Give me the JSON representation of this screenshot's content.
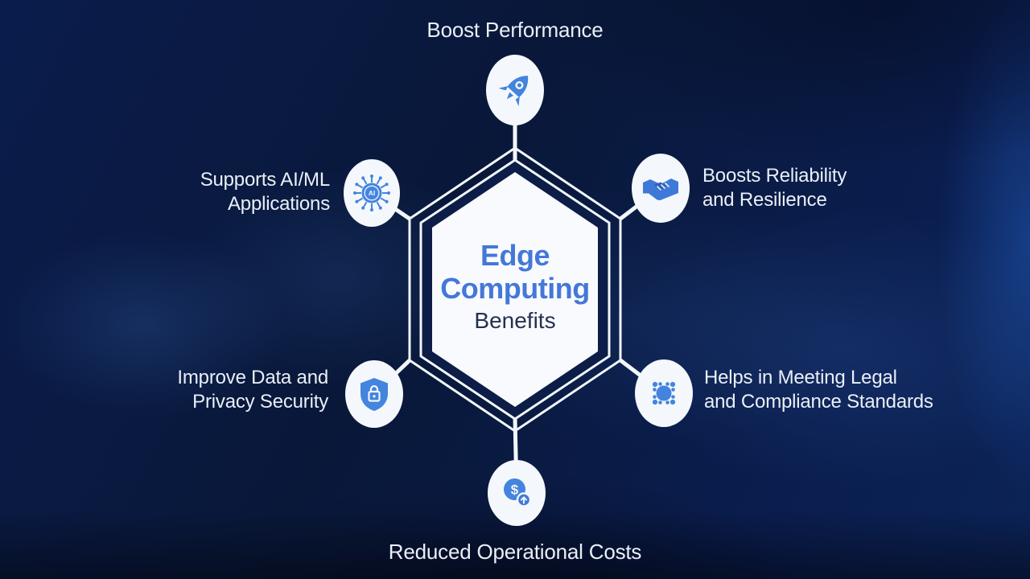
{
  "center": {
    "title_line1": "Edge",
    "title_line2": "Computing",
    "subtitle": "Benefits"
  },
  "benefits": {
    "top": {
      "label": "Boost Performance",
      "icon": "rocket-icon"
    },
    "top_left": {
      "line1": "Supports AI/ML",
      "line2": "Applications",
      "icon": "ai-chip-icon",
      "chip_text": "AI"
    },
    "top_right": {
      "line1": "Boosts Reliability",
      "line2": "and Resilience",
      "icon": "handshake-icon"
    },
    "bottom_left": {
      "line1": "Improve Data and",
      "line2": "Privacy Security",
      "icon": "shield-lock-icon"
    },
    "bottom_right": {
      "line1": "Helps in Meeting Legal",
      "line2": "and Compliance Standards",
      "icon": "network-nodes-icon"
    },
    "bottom": {
      "label": "Reduced Operational Costs",
      "icon": "dollar-coin-icon",
      "coin_symbol": "$"
    }
  },
  "colors": {
    "background_navy": "#0a1b45",
    "accent_blue": "#4384de",
    "hex_band_navy": "#0c1d47",
    "hex_fill_white": "#f8fafd",
    "connector_white": "#f2f6fb",
    "label_text": "#eaeff7",
    "title_blue": "#4478d8",
    "subtitle_navy": "#243150"
  }
}
